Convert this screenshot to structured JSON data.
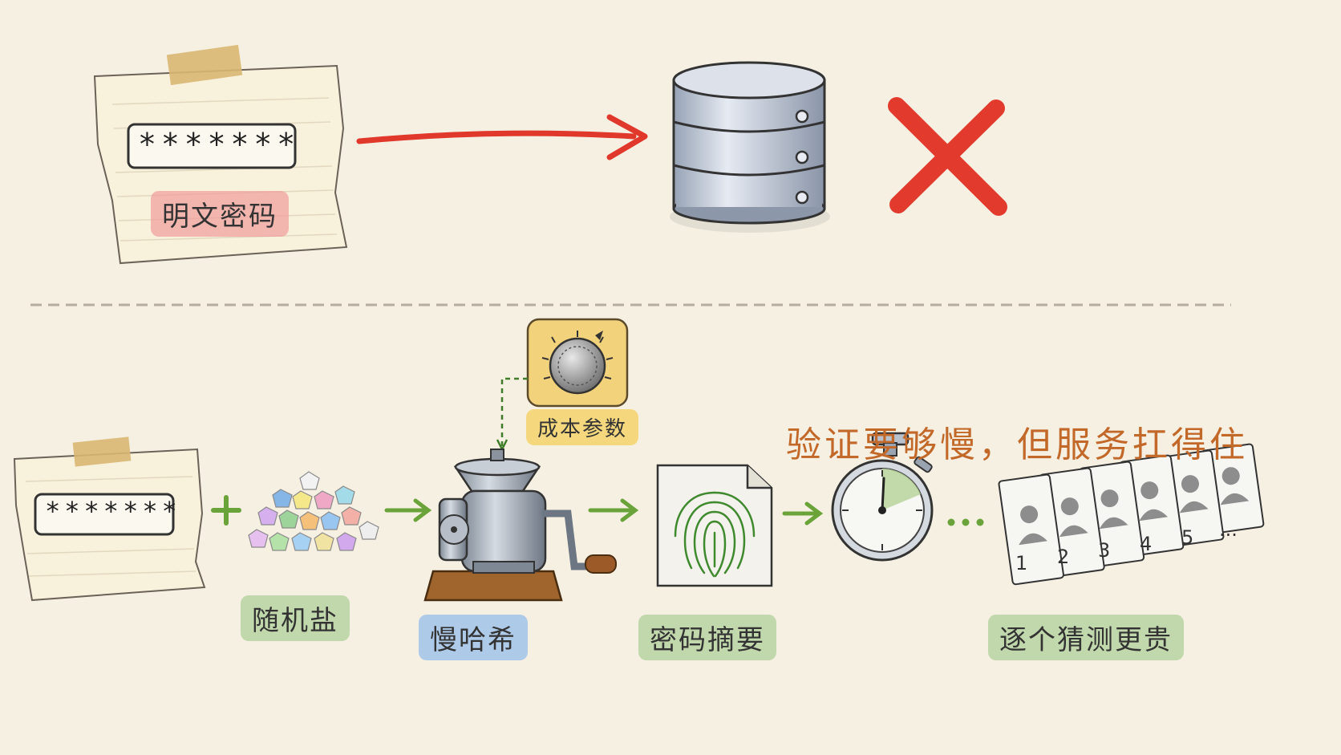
{
  "top": {
    "password_mask": "*******",
    "plaintext_label": "明文密码"
  },
  "bottom": {
    "password_mask": "*******",
    "cost_param_label": "成本参数",
    "slogan": "验证要够慢，但服务扛得住",
    "salt_label": "随机盐",
    "slow_hash_label": "慢哈希",
    "digest_label": "密码摘要",
    "guess_label": "逐个猜测更贵",
    "cards": [
      "1",
      "2",
      "3",
      "4",
      "5",
      "..."
    ]
  },
  "colors": {
    "arrow_red": "#e0392b",
    "arrow_green": "#6aa33a",
    "slogan": "#c2692a",
    "cross": "#e23b2e"
  }
}
